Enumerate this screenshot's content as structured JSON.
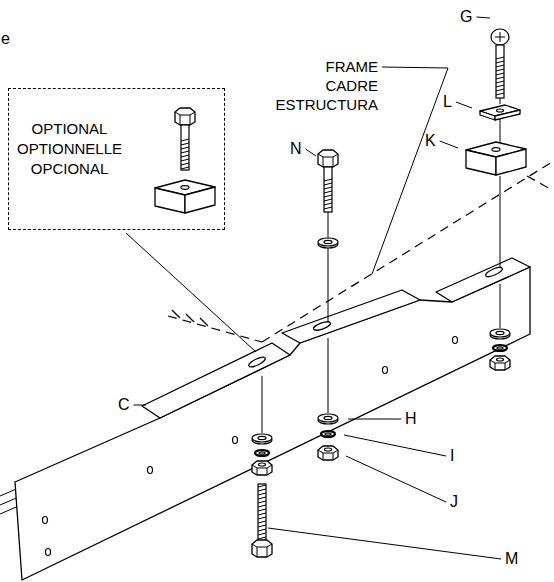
{
  "diagram": {
    "nodes": [
      {
        "text": [
          "OPTIONAL",
          "OPTIONNELLE",
          "OPCIONAL"
        ]
      }
    ],
    "labels": [
      "e",
      "G",
      "L",
      "K",
      "FRAME",
      "CADRE",
      "ESTRUCTURA",
      "N",
      "C",
      "H",
      "I",
      "J",
      "M"
    ]
  }
}
